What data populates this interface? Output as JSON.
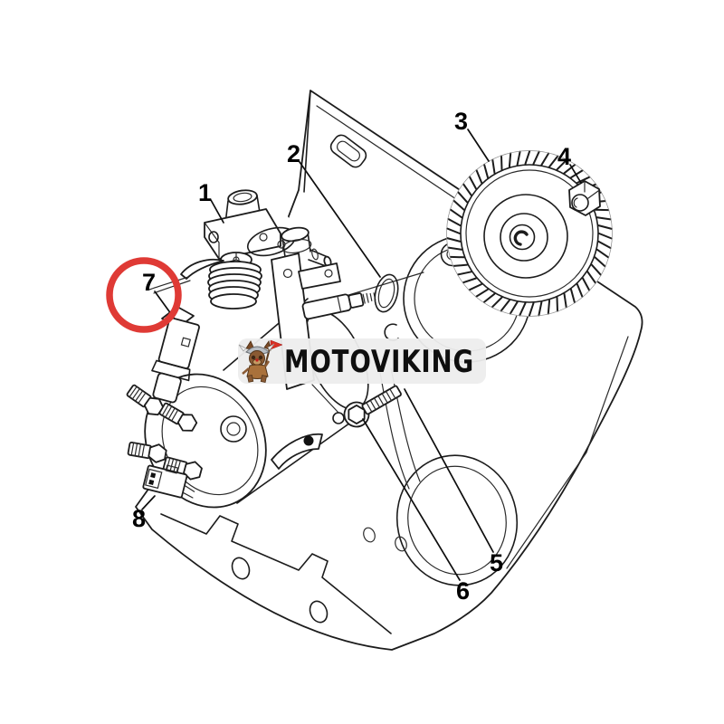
{
  "canvas": {
    "background": "#ffffff",
    "line_color": "#1c1c1c"
  },
  "watermark": {
    "text": "MOTOVIKING",
    "logo": "viking-dog-mascot",
    "band_color": "#ededed",
    "text_color": "#0f0f0f",
    "flag_color": "#d93025"
  },
  "highlight": {
    "circled_callout": "7",
    "circle_color": "#df3a35"
  },
  "callouts": [
    {
      "number": "1"
    },
    {
      "number": "2"
    },
    {
      "number": "3"
    },
    {
      "number": "4"
    },
    {
      "number": "5"
    },
    {
      "number": "6"
    },
    {
      "number": "7"
    },
    {
      "number": "8"
    }
  ]
}
